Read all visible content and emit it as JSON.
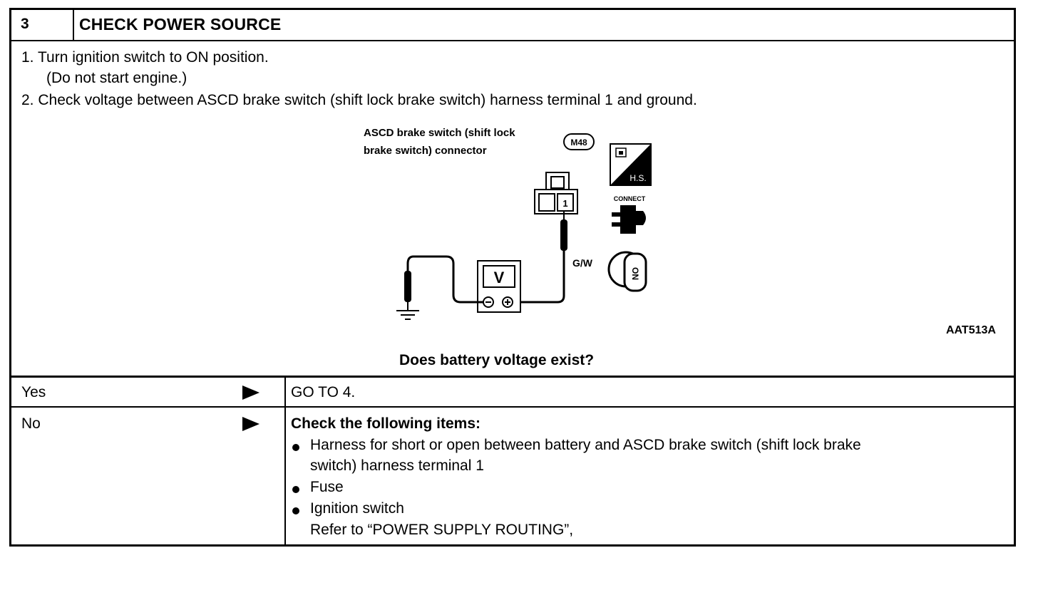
{
  "step": {
    "number": "3",
    "title": "CHECK POWER SOURCE"
  },
  "instructions": {
    "line1": "1.  Turn ignition switch to ON position.",
    "line2": "(Do not start engine.)",
    "line3": "2.  Check voltage between ASCD brake switch (shift lock brake switch) harness terminal 1 and ground."
  },
  "diagram": {
    "connector_label_line1": "ASCD brake switch (shift lock",
    "connector_label_line2": "brake switch) connector",
    "connector_code": "M48",
    "terminal_number": "1",
    "wire_color": "G/W",
    "meter_letter": "V",
    "hs_label": "H.S.",
    "connect_label": "CONNECT",
    "key_label": "ON",
    "figure_id": "AAT513A"
  },
  "question": "Does battery voltage exist?",
  "answers": {
    "yes": {
      "label": "Yes",
      "action": "GO TO 4."
    },
    "no": {
      "label": "No",
      "heading": "Check the following items:",
      "items": [
        "Harness for short or open between battery and ASCD brake switch (shift lock brake",
        "Fuse",
        "Ignition switch"
      ],
      "item1_cont": "switch) harness terminal 1",
      "refer": "Refer to “POWER SUPPLY ROUTING”,"
    }
  }
}
